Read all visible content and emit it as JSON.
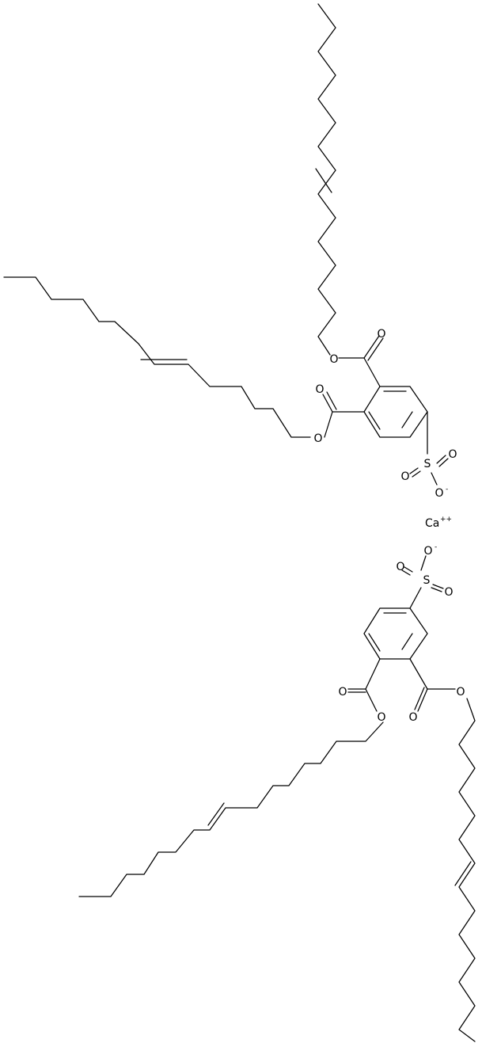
{
  "molecule": {
    "atoms": {
      "oxygen": "O",
      "sulfur": "S",
      "charge_minus": "-",
      "cation": "Ca",
      "cation_charge": "++"
    }
  }
}
